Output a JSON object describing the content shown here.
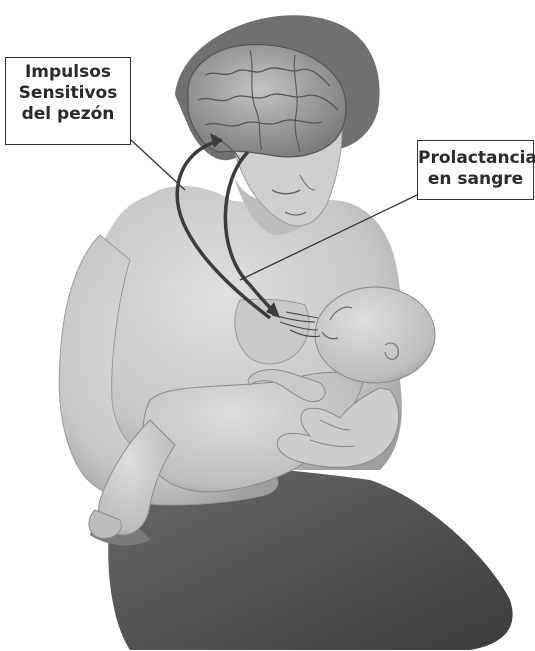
{
  "labels": {
    "impulsos": [
      "Impulsos",
      "Sensitivos",
      "del pezón"
    ],
    "prolactancia": [
      "Prolactancia",
      "en sangre"
    ]
  },
  "palette": {
    "skin": "#cfcfcf",
    "skin_shadow": "#a9a9a9",
    "hair": "#6e6e6e",
    "brain": "#9a9a9a",
    "dress": "#4e4e4e",
    "arrow": "#3c3c3c"
  }
}
